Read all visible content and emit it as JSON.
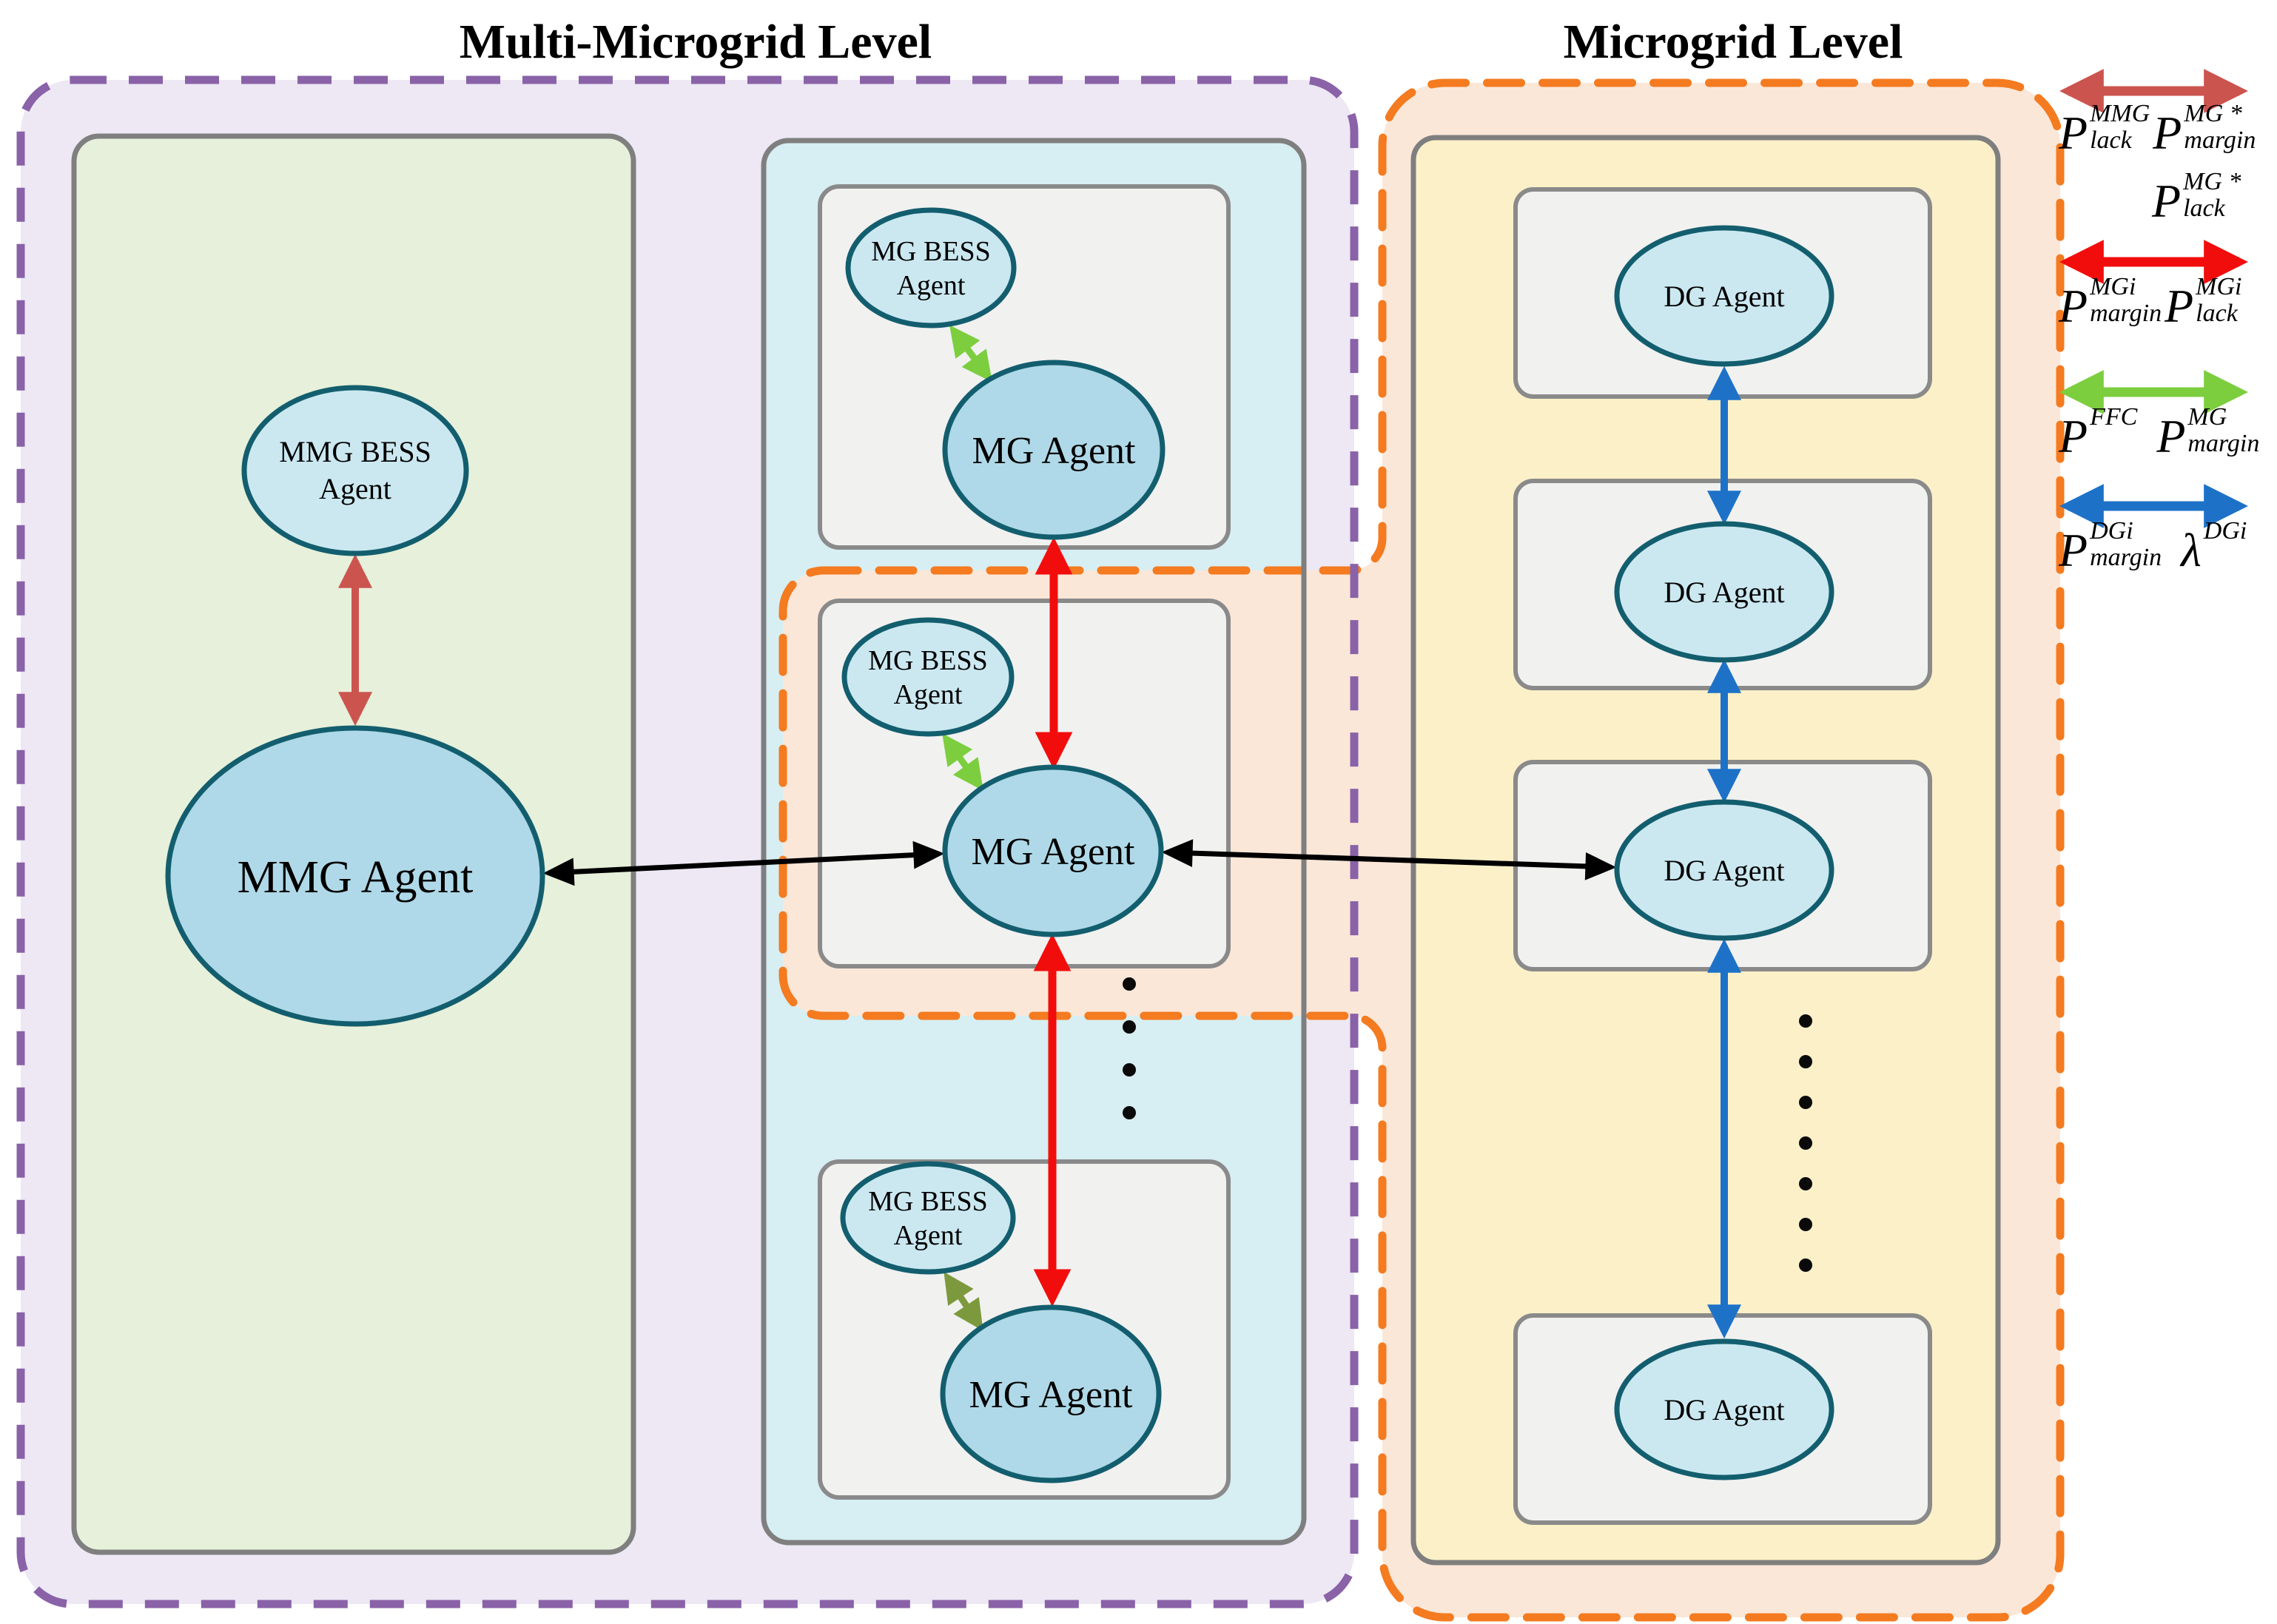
{
  "titles": {
    "left": "Multi-Microgrid Level",
    "right": "Microgrid Level"
  },
  "left_panel": {
    "bess_line1": "MMG BESS",
    "bess_line2": "Agent",
    "agent_label": "MMG Agent"
  },
  "middle_panel": {
    "units": [
      {
        "bess_line1": "MG BESS",
        "bess_line2": "Agent",
        "agent_label": "MG Agent"
      },
      {
        "bess_line1": "MG BESS",
        "bess_line2": "Agent",
        "agent_label": "MG Agent"
      },
      {
        "bess_line1": "MG BESS",
        "bess_line2": "Agent",
        "agent_label": "MG Agent"
      }
    ]
  },
  "right_panel": {
    "units": [
      {
        "agent_label": "DG Agent"
      },
      {
        "agent_label": "DG Agent"
      },
      {
        "agent_label": "DG Agent"
      },
      {
        "agent_label": "DG Agent"
      }
    ]
  },
  "legend": {
    "items": [
      {
        "arrow": "indianred-double-arrow",
        "terms": [
          {
            "base": "P",
            "sup": "MMG",
            "sub": "lack"
          },
          {
            "base": "P",
            "sup": "MG *",
            "sub": "margin"
          }
        ],
        "terms_line2": [
          {
            "base": "P",
            "sup": "MG *",
            "sub": "lack"
          }
        ]
      },
      {
        "arrow": "red-double-arrow",
        "terms": [
          {
            "base": "P",
            "sup": "MGi",
            "sub": "margin"
          },
          {
            "base": "P",
            "sup": "MGi",
            "sub": "lack"
          }
        ]
      },
      {
        "arrow": "green-double-arrow",
        "terms": [
          {
            "base": "P",
            "sup": "FFC",
            "sub": ""
          },
          {
            "base": "P",
            "sup": "MG",
            "sub": "margin"
          }
        ]
      },
      {
        "arrow": "blue-double-arrow",
        "terms": [
          {
            "base": "P",
            "sup": "DGi",
            "sub": "margin"
          },
          {
            "base": "λ",
            "sup": "DGi",
            "sub": ""
          }
        ]
      }
    ]
  },
  "colors": {
    "purple_border": "#8A62A8",
    "purple_fill": "#EDE8F4",
    "green_fill": "#E7F0DA",
    "cyan_fill": "#D7EEF3",
    "yellow_fill": "#FCF0C8",
    "orange_border": "#F47B20",
    "orange_fill": "#FBE7D8",
    "box_fill": "#F1F1F0",
    "box_border": "#8A8A8A",
    "panel_border": "#7F7F7F",
    "ellipse_border": "#135E6E",
    "ellipse_fill": "#CBE8F1",
    "ellipse_fill_deep": "#AFD9E8",
    "arrow_indianred": "#CC544E",
    "arrow_red": "#F20D0D",
    "arrow_green": "#7CCE3F",
    "arrow_darkgreen": "#7C9A3D",
    "arrow_blue": "#1D72C8",
    "arrow_black": "#000000",
    "text": "#000000"
  }
}
